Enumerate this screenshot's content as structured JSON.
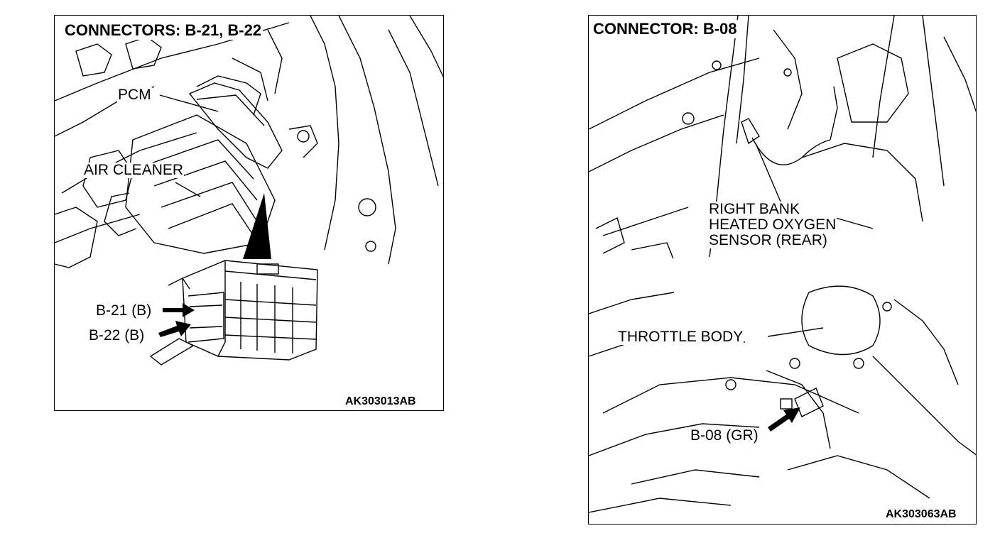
{
  "panels": [
    {
      "title": "CONNECTORS: B-21, B-22",
      "labels": {
        "pcm": "PCM",
        "air_cleaner": "AIR CLEANER",
        "b21": "B-21 (B)",
        "b22": "B-22 (B)"
      },
      "code": "AK303013AB"
    },
    {
      "title": "CONNECTOR: B-08",
      "labels": {
        "sensor_line1": "RIGHT BANK",
        "sensor_line2": "HEATED OXYGEN",
        "sensor_line3": "SENSOR (REAR)",
        "throttle_body": "THROTTLE BODY",
        "b08": "B-08 (GR)"
      },
      "code": "AK303063AB"
    }
  ]
}
